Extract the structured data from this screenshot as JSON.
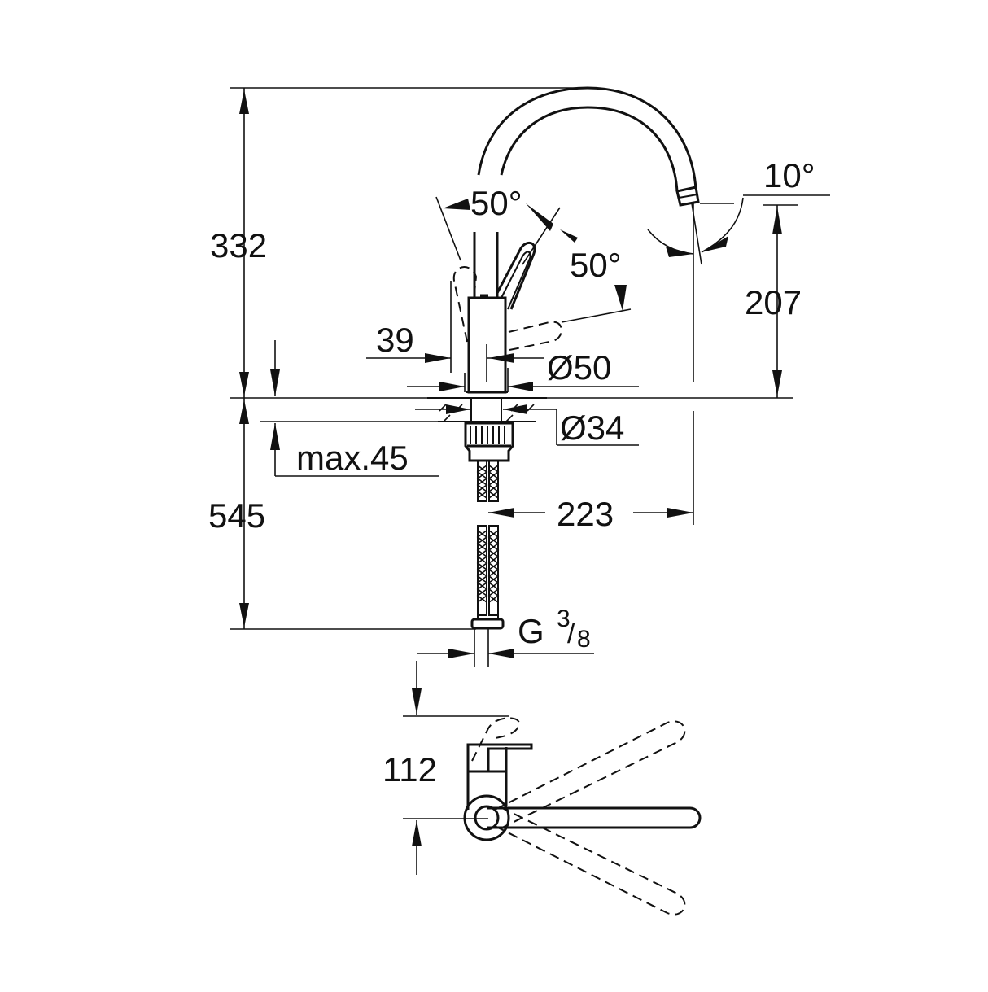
{
  "drawing": {
    "subject": "single-lever kitchen mixer technical dimension drawing",
    "colors": {
      "line": "#111111",
      "background": "#ffffff"
    },
    "dimensions": {
      "total_height": "332",
      "spout_outlet_height": "207",
      "spout_angle": "10°",
      "lever_angle_left": "50°",
      "lever_angle_right": "50°",
      "lever_offset": "39",
      "body_diameter": "Ø50",
      "hole_diameter": "Ø34",
      "counter_thickness": "max.45",
      "below_counter_length": "545",
      "spout_reach": "223",
      "connection_thread_main": "G",
      "connection_thread_num": "3",
      "connection_thread_den": "8",
      "top_view_height": "112"
    }
  }
}
